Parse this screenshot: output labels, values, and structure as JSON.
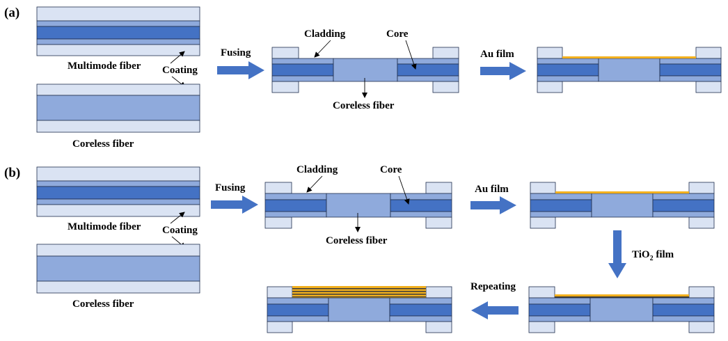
{
  "colors": {
    "coating": "#dae3f3",
    "cladding": "#8faadc",
    "core": "#4472c4",
    "outline": "#1f2d4d",
    "gold": "#f2b01e",
    "arrow": "#4472c4"
  },
  "panel_a": {
    "tag": "(a)",
    "multimode_fiber": "Multimode fiber",
    "coating": "Coating",
    "coreless_fiber_left": "Coreless fiber",
    "fusing": "Fusing",
    "cladding": "Cladding",
    "core": "Core",
    "coreless_fiber_mid": "Coreless fiber",
    "au_film": "Au film"
  },
  "panel_b": {
    "tag": "(b)",
    "multimode_fiber": "Multimode fiber",
    "coating": "Coating",
    "coreless_fiber_left": "Coreless fiber",
    "fusing": "Fusing",
    "cladding": "Cladding",
    "core": "Core",
    "coreless_fiber_mid": "Coreless fiber",
    "au_film": "Au film",
    "tio2_prefix": "TiO",
    "tio2_sub": "2",
    "tio2_suffix": " film",
    "repeating": "Repeating"
  }
}
